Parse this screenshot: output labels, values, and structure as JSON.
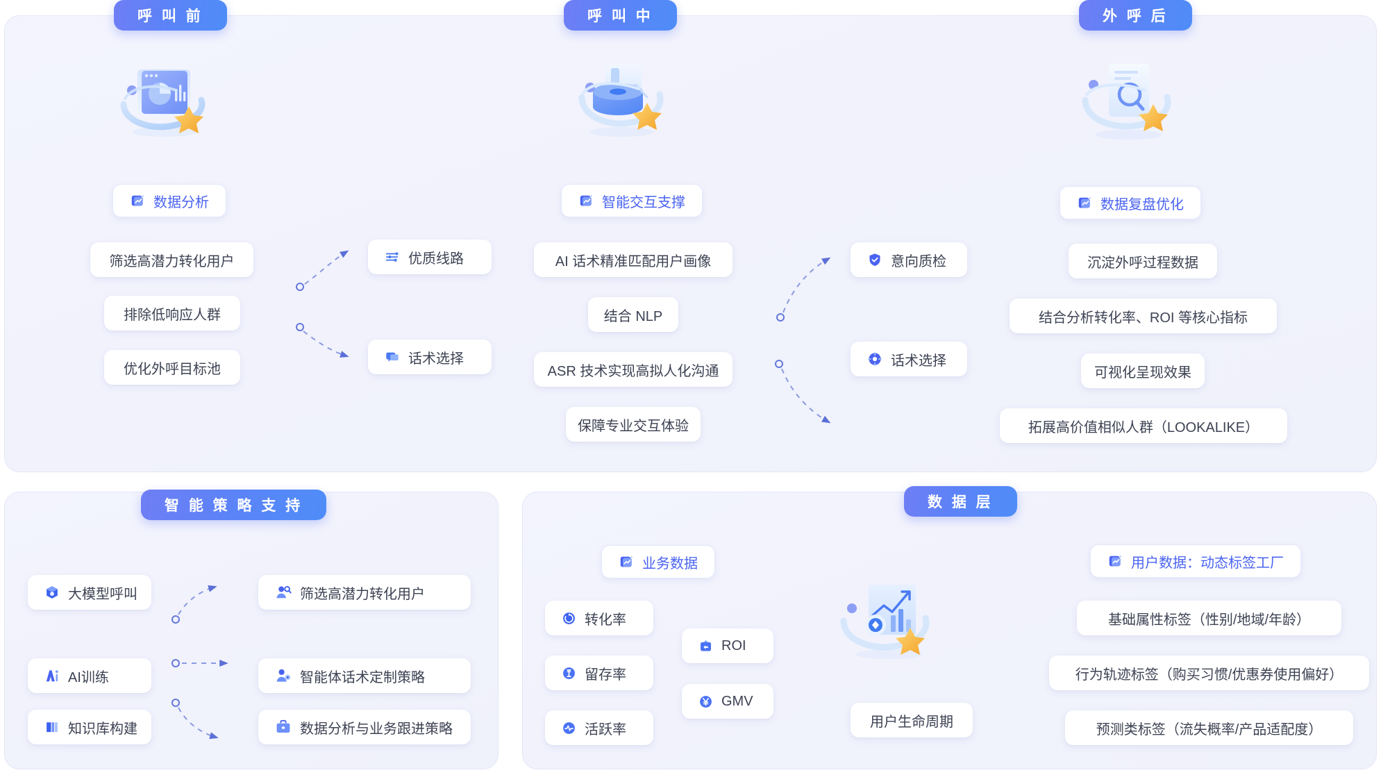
{
  "badges": {
    "pre_call": "呼 叫 前",
    "mid_call": "呼 叫 中",
    "post_call": "外 呼 后",
    "strategy": "智 能 策 略 支 持",
    "data_layer": "数 据 层"
  },
  "colors": {
    "brand_blue": "#5b7cf5",
    "accent_blue": "#4a63f0",
    "panel_bg": "#f2f3fc",
    "chip_bg": "#ffffff",
    "text": "#3d4253",
    "star_gold": "#f5b83c"
  },
  "pre_call": {
    "title_chip": {
      "label": "数据分析",
      "icon": "chart-card-icon"
    },
    "left_items": [
      "筛选高潜力转化用户",
      "排除低响应人群",
      "优化外呼目标池"
    ],
    "right_items": [
      {
        "label": "优质线路",
        "icon": "sliders-icon"
      },
      {
        "label": "话术选择",
        "icon": "chat-bubble-icon"
      }
    ]
  },
  "mid_call": {
    "title_chip": {
      "label": "智能交互支撑",
      "icon": "chart-card-icon"
    },
    "left_items": [
      "AI 话术精准匹配用户画像",
      "结合 NLP",
      "ASR 技术实现高拟人化沟通",
      "保障专业交互体验"
    ],
    "right_items": [
      {
        "label": "意向质检",
        "icon": "shield-check-icon"
      },
      {
        "label": "话术选择",
        "icon": "gear-node-icon"
      }
    ]
  },
  "post_call": {
    "title_chip": {
      "label": "数据复盘优化",
      "icon": "chart-card-icon"
    },
    "items": [
      "沉淀外呼过程数据",
      "结合分析转化率、ROI 等核心指标",
      "可视化呈现效果",
      "拓展高价值相似人群（LOOKALIKE）"
    ]
  },
  "strategy": {
    "left_items": [
      {
        "label": "大模型呼叫",
        "icon": "cube-icon"
      },
      {
        "label": "AI训练",
        "icon": "ai-spark-icon"
      },
      {
        "label": "知识库构建",
        "icon": "book-icon"
      }
    ],
    "right_items": [
      {
        "label": "筛选高潜力转化用户",
        "icon": "users-search-icon"
      },
      {
        "label": "智能体话术定制策略",
        "icon": "agent-avatar-icon"
      },
      {
        "label": "数据分析与业务跟进策略",
        "icon": "briefcase-icon"
      }
    ]
  },
  "data_layer": {
    "business": {
      "title_chip": {
        "label": "业务数据",
        "icon": "chart-card-icon"
      },
      "metrics_col1": [
        {
          "label": "转化率",
          "icon": "conversion-icon"
        },
        {
          "label": "留存率",
          "icon": "retention-icon"
        },
        {
          "label": "活跃率",
          "icon": "activity-icon"
        }
      ],
      "metrics_col2": [
        {
          "label": "ROI",
          "icon": "roi-icon"
        },
        {
          "label": "GMV",
          "icon": "yuan-icon"
        }
      ]
    },
    "lifecycle_label": "用户生命周期",
    "user": {
      "title_chip": {
        "label": "用户数据：动态标签工厂",
        "icon": "chart-card-icon"
      },
      "tags": [
        "基础属性标签（性别/地域/年龄）",
        "行为轨迹标签（购买习惯/优惠券使用偏好）",
        "预测类标签（流失概率/产品适配度）"
      ]
    }
  }
}
